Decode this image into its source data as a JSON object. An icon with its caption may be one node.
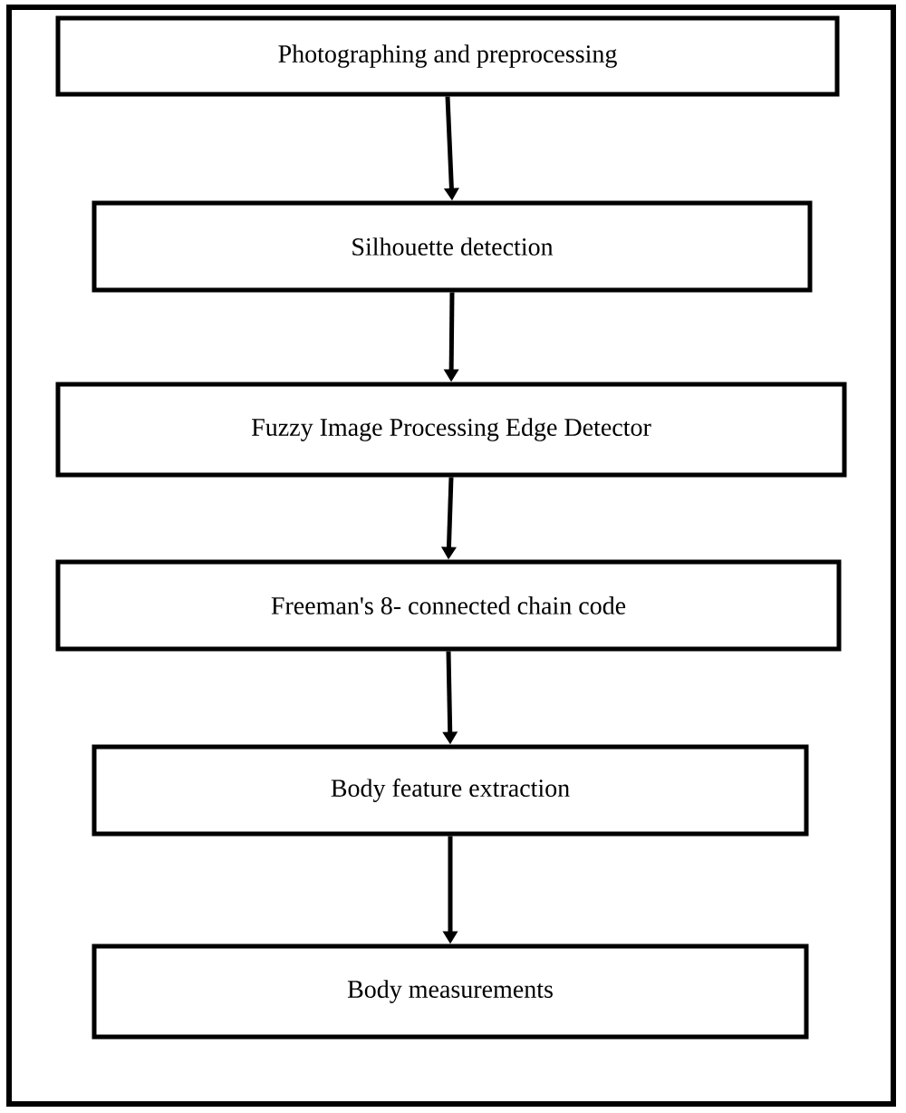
{
  "diagram": {
    "nodes": [
      {
        "text": [
          "Photographing and preprocessing"
        ]
      },
      {
        "text": [
          "Silhouette detection"
        ]
      },
      {
        "text": [
          "Fuzzy Image Processing Edge Detector"
        ]
      },
      {
        "text": [
          "Freeman's 8- connected chain code"
        ]
      },
      {
        "text": [
          "Body feature extraction"
        ]
      },
      {
        "text": [
          "Body measurements"
        ]
      }
    ],
    "edges": [
      {
        "from": 0,
        "to": 1,
        "arrow": "to"
      },
      {
        "from": 1,
        "to": 2,
        "arrow": "to"
      },
      {
        "from": 2,
        "to": 3,
        "arrow": "to"
      },
      {
        "from": 3,
        "to": 4,
        "arrow": "to"
      },
      {
        "from": 4,
        "to": 5,
        "arrow": "to"
      }
    ]
  }
}
